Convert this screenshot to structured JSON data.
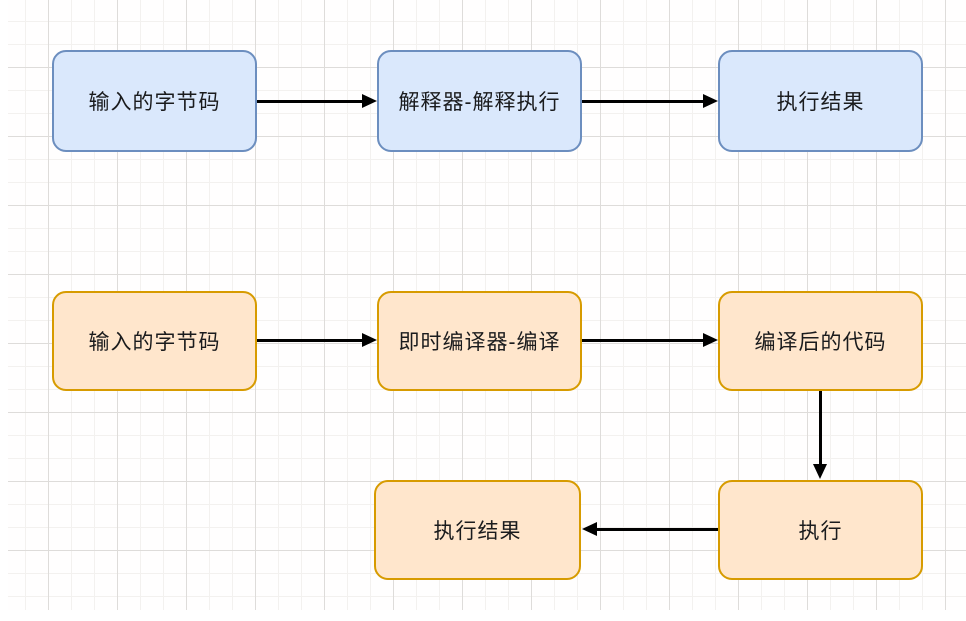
{
  "diagram": {
    "description_colors": {
      "blue_fill": "#dae8fc",
      "blue_border": "#6c8ebf",
      "orange_fill": "#ffe6cc",
      "orange_border": "#d79b00",
      "arrow": "#000000",
      "text": "#1a1b1d",
      "grid_major": "#dedcda",
      "grid_minor": "#f3f1ef"
    },
    "interpreter_flow": {
      "nodes": [
        {
          "id": "bytecode-in",
          "label": "输入的字节码"
        },
        {
          "id": "interpreter",
          "label": "解释器-解释执行"
        },
        {
          "id": "exec-result",
          "label": "执行结果"
        }
      ]
    },
    "jit_flow": {
      "nodes": [
        {
          "id": "bytecode-in",
          "label": "输入的字节码"
        },
        {
          "id": "jit-compiler",
          "label": "即时编译器-编译"
        },
        {
          "id": "compiled-code",
          "label": "编译后的代码"
        },
        {
          "id": "execute",
          "label": "执行"
        },
        {
          "id": "exec-result",
          "label": "执行结果"
        }
      ]
    }
  }
}
